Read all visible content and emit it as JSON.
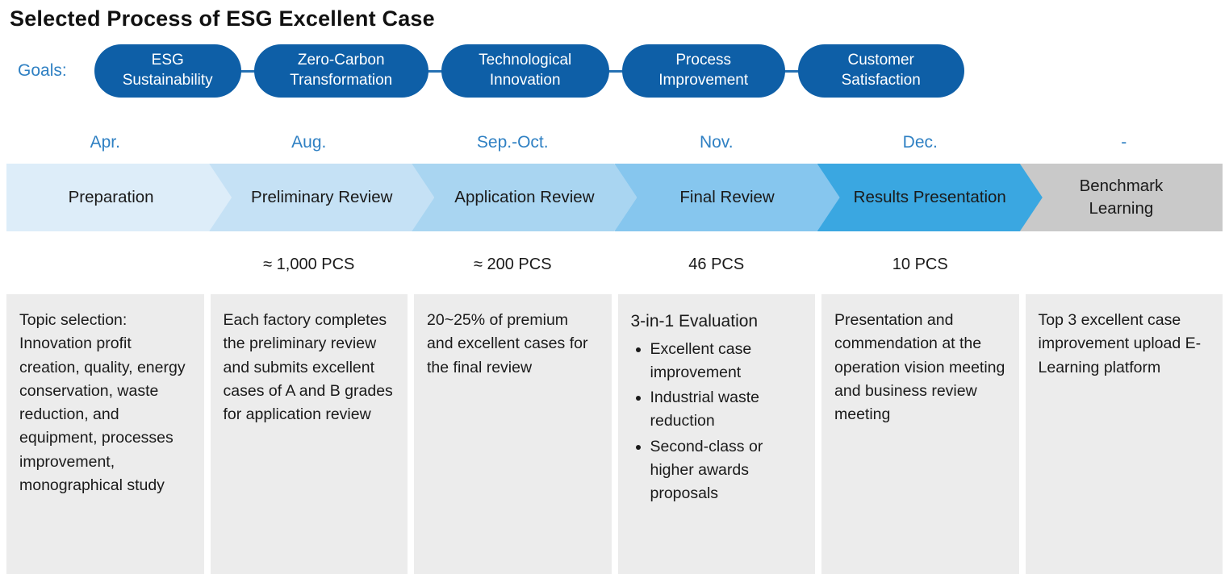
{
  "title": "Selected Process of ESG Excellent Case",
  "goals": {
    "label": "Goals:",
    "items": [
      "ESG Sustainability",
      "Zero-Carbon Transformation",
      "Technological Innovation",
      "Process Improvement",
      "Customer Satisfaction"
    ]
  },
  "colors": {
    "pill_blue": "#0e5fa7",
    "month_blue": "#2f80c3",
    "stage_colors": [
      "#ddedf9",
      "#c5e1f5",
      "#a9d5f1",
      "#86c6ee",
      "#3aa7e1",
      "#c9c9c9"
    ],
    "box_gray": "#ececec"
  },
  "columns": [
    {
      "month": "Apr.",
      "stage": "Preparation",
      "pcs": "",
      "desc": "Topic selection:\nInnovation profit creation, quality, energy conservation, waste reduction, and equipment, processes improvement, monographical study"
    },
    {
      "month": "Aug.",
      "stage": "Preliminary Review",
      "pcs": "≈ 1,000 PCS",
      "desc": "Each factory completes the preliminary review and submits excellent cases of A and B grades for application review"
    },
    {
      "month": "Sep.-Oct.",
      "stage": "Application Review",
      "pcs": "≈ 200 PCS",
      "desc": "20~25% of premium and excellent cases for the final review"
    },
    {
      "month": "Nov.",
      "stage": "Final Review",
      "pcs": "46 PCS",
      "desc_heading": "3-in-1 Evaluation",
      "desc_bullets": [
        "Excellent case improvement",
        "Industrial waste reduction",
        "Second-class or higher awards proposals"
      ]
    },
    {
      "month": "Dec.",
      "stage": "Results Presentation",
      "pcs": "10 PCS",
      "desc": "Presentation and commendation at the operation vision meeting and business review meeting"
    },
    {
      "month": "-",
      "stage": "Benchmark\nLearning",
      "pcs": "",
      "desc": "Top 3 excellent case improvement upload E-Learning platform"
    }
  ]
}
